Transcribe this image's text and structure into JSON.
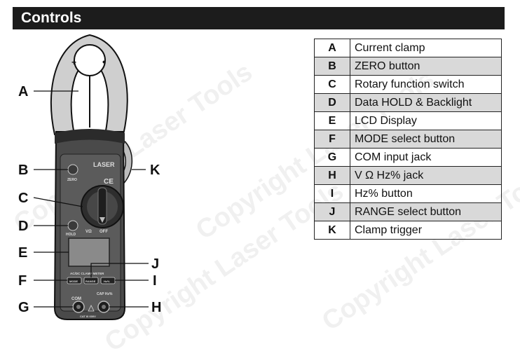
{
  "header": {
    "title": "Controls"
  },
  "watermark": "Copyright Laser Tools",
  "meter": {
    "brand": "LASER",
    "zero": "ZERO",
    "hold": "HOLD",
    "mode": "MODE",
    "range": "RANGE",
    "hz": "Hz%",
    "com": "COM",
    "off": "OFF",
    "model": "AC/DC CLAMP METER",
    "vohm": "VΩ",
    "cap": "CAP Hz%",
    "cat": "CAT III 600V",
    "plus": "+",
    "dot": "•",
    "ce": "CE"
  },
  "callouts": [
    "A",
    "B",
    "C",
    "D",
    "E",
    "F",
    "G",
    "K",
    "J",
    "I",
    "H"
  ],
  "legend": [
    {
      "letter": "A",
      "desc": "Current clamp"
    },
    {
      "letter": "B",
      "desc": "ZERO button"
    },
    {
      "letter": "C",
      "desc": "Rotary function switch"
    },
    {
      "letter": "D",
      "desc": "Data HOLD & Backlight"
    },
    {
      "letter": "E",
      "desc": "LCD Display"
    },
    {
      "letter": "F",
      "desc": "MODE select button"
    },
    {
      "letter": "G",
      "desc": "COM input jack"
    },
    {
      "letter": "H",
      "desc": "V Ω Hz% jack"
    },
    {
      "letter": "I",
      "desc": "Hz% button"
    },
    {
      "letter": "J",
      "desc": "RANGE select button"
    },
    {
      "letter": "K",
      "desc": "Clamp trigger"
    }
  ]
}
